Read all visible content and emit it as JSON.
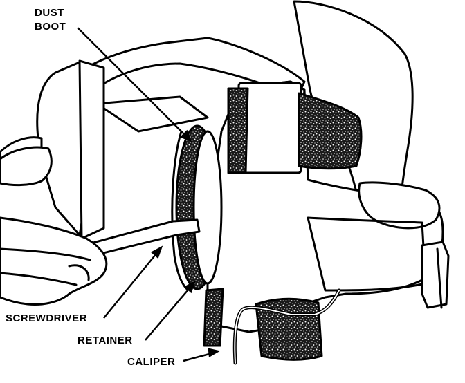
{
  "labels": {
    "dust_boot_line1": "DUST",
    "dust_boot_line2": "BOOT",
    "screwdriver": "SCREWDRIVER",
    "retainer": "RETAINER",
    "caliper": "CALIPER"
  },
  "colors": {
    "ink": "#000000",
    "paper": "#ffffff",
    "friction": "#555555"
  }
}
